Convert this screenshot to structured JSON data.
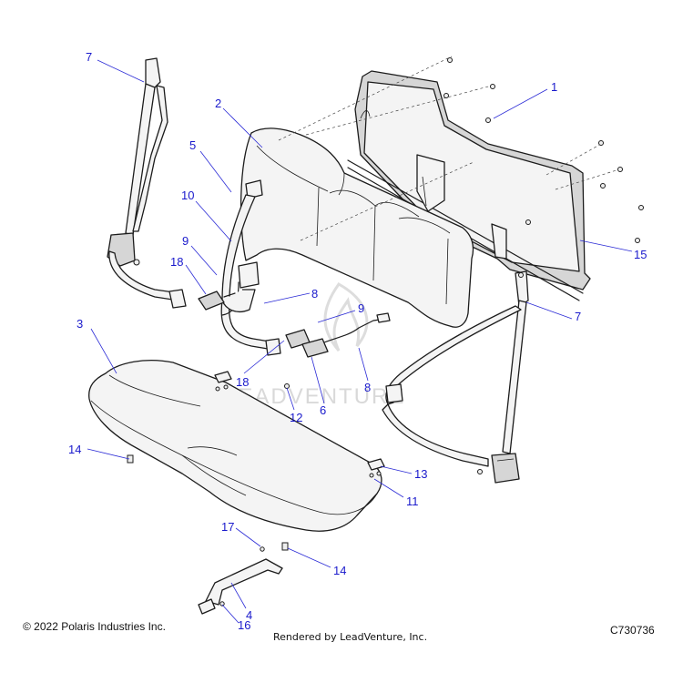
{
  "diagram": {
    "footer": {
      "copyright": "© 2022 Polaris Industries Inc.",
      "rendered_by": "Rendered by LeadVenture, Inc.",
      "diagram_code": "C730736"
    },
    "watermark": "LEADVENTURE",
    "accent_color": "#1a1acc",
    "callouts": [
      "1",
      "2",
      "3",
      "4",
      "5",
      "6",
      "7",
      "7",
      "8",
      "8",
      "9",
      "9",
      "10",
      "11",
      "12",
      "13",
      "14",
      "14",
      "15",
      "16",
      "17",
      "18",
      "18"
    ]
  }
}
